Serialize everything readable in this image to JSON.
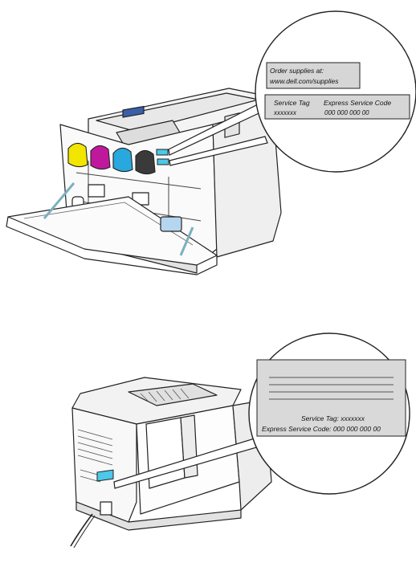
{
  "front_view": {
    "callout": {
      "order_line1": "Order supplies at:",
      "order_line2": "www.dell.com/supplies",
      "service_tag_header": "Service Tag",
      "express_code_header": "Express Service Code",
      "service_tag_value": "xxxxxxx",
      "express_code_value": "000 000 000 00"
    },
    "toner_colors": [
      "#f2e600",
      "#c0189c",
      "#28a8dc",
      "#3a3a3a"
    ],
    "highlight_color": "#4cc8e8"
  },
  "rear_view": {
    "callout": {
      "service_tag_line": "Service Tag: xxxxxxx",
      "express_code_line": "Express Service Code: 000 000 000 00"
    },
    "highlight_color": "#4cc8e8"
  }
}
